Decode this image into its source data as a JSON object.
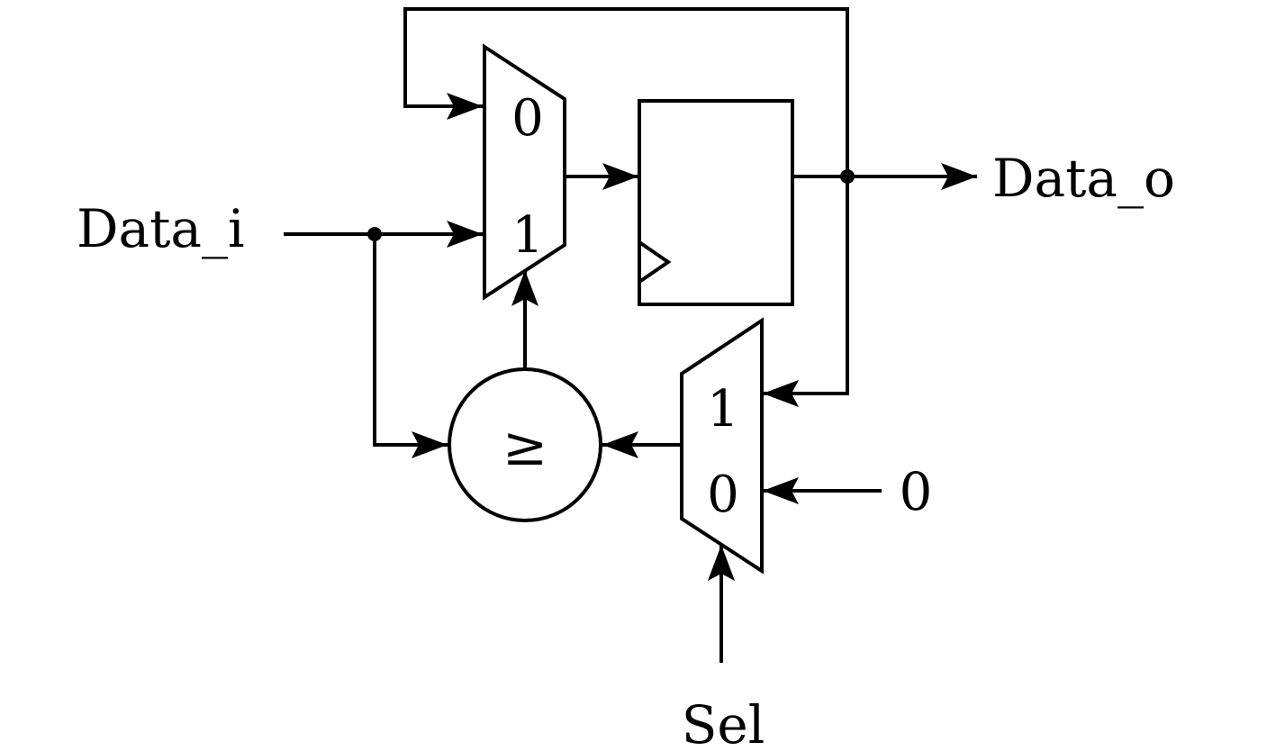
{
  "labels": {
    "data_in": "Data_i",
    "data_out": "Data_o",
    "select": "Sel",
    "const_zero": "0",
    "mux_top_in0": "0",
    "mux_top_in1": "1",
    "mux_bottom_in1": "1",
    "mux_bottom_in0": "0",
    "comparator": "≥"
  },
  "colors": {
    "register_fill": "#f0f0f0",
    "stroke": "#000000"
  }
}
